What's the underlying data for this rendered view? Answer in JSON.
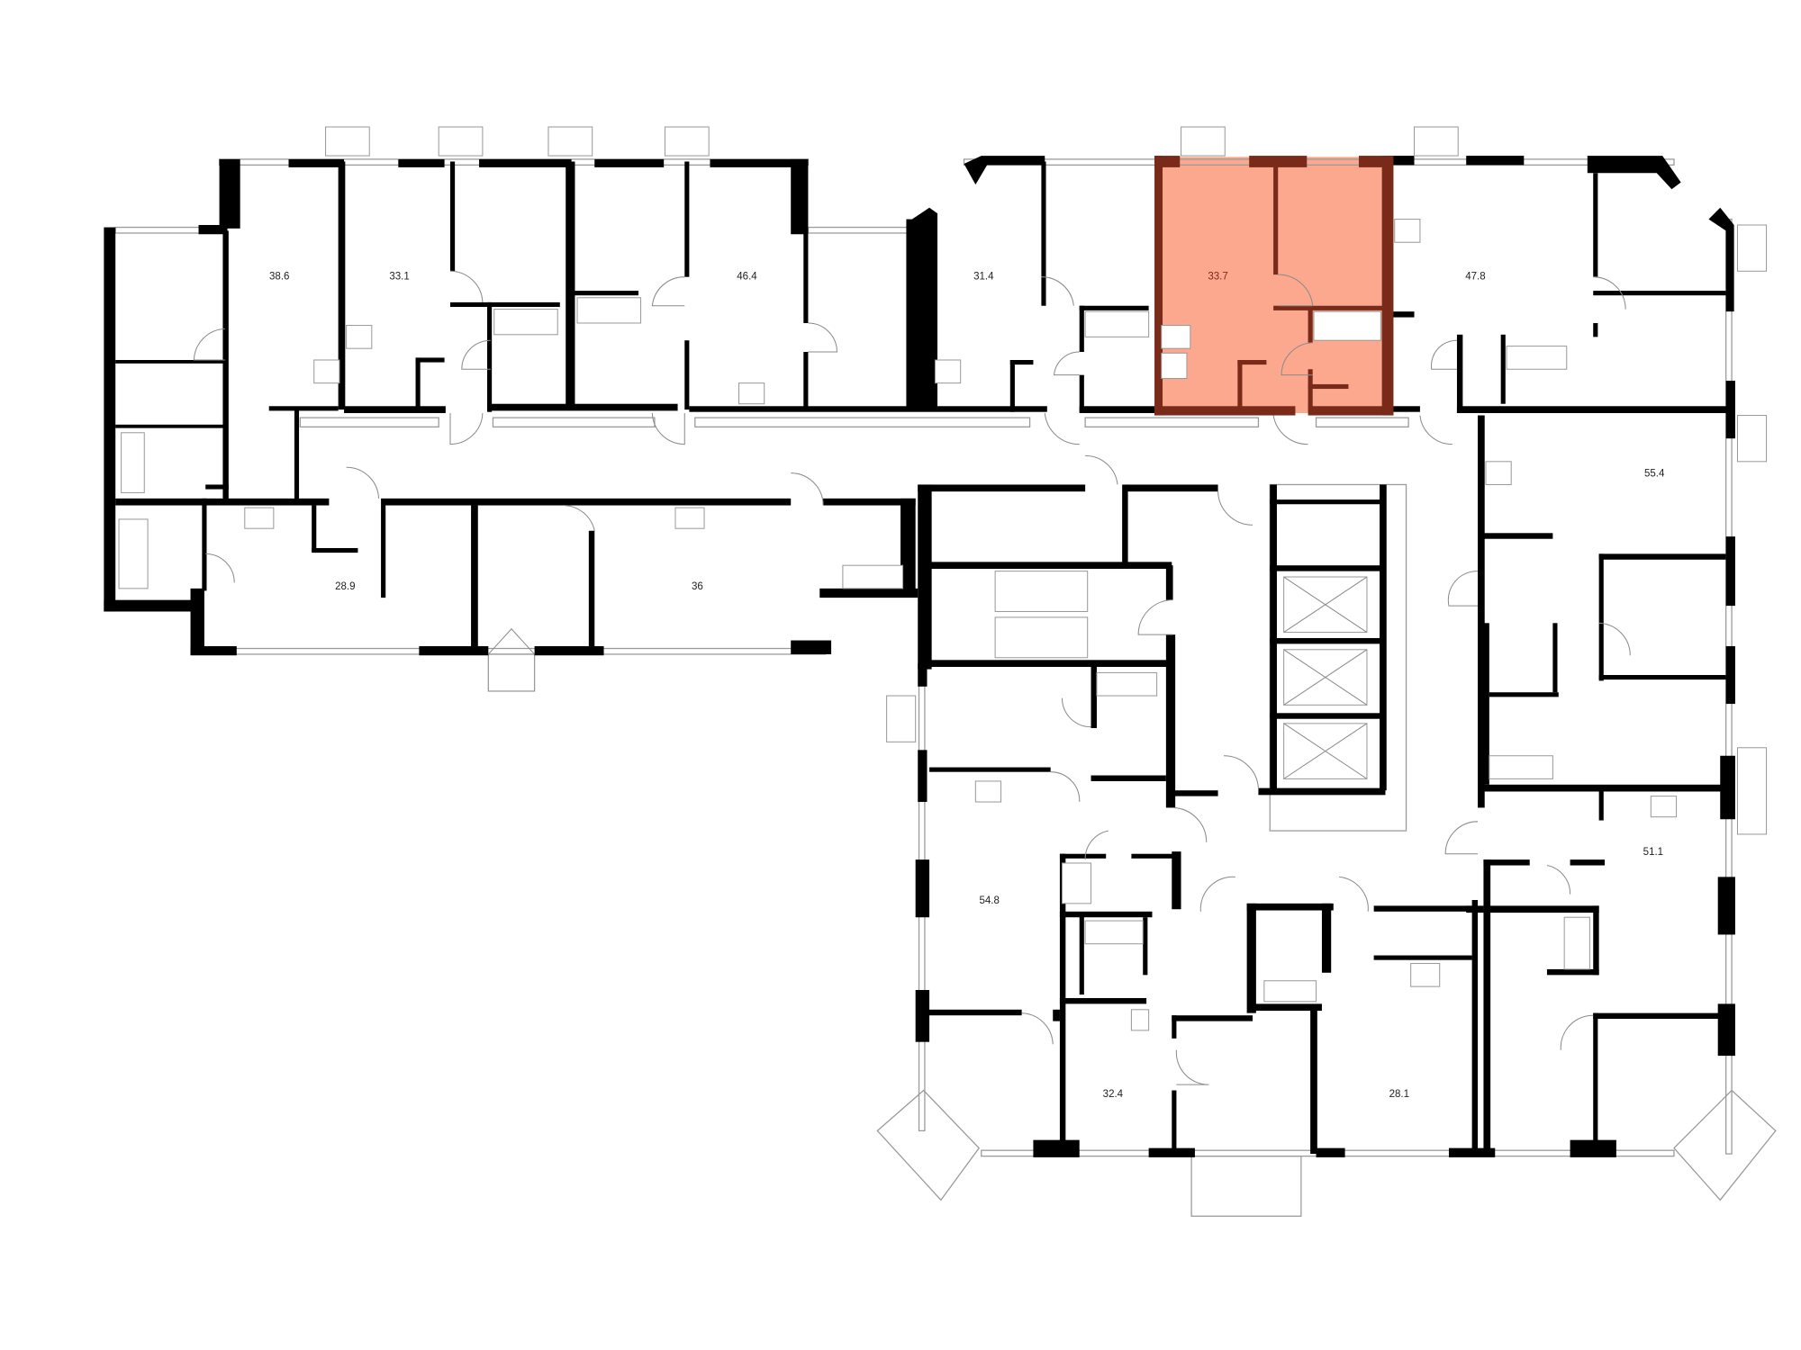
{
  "floor_plan": {
    "highlight_color": "#fba88f",
    "highlight_wall_color": "#7a2a18",
    "selected_unit": "33.7",
    "units": [
      {
        "id": "u1",
        "area": "38.6"
      },
      {
        "id": "u2",
        "area": "33.1"
      },
      {
        "id": "u3",
        "area": "46.4"
      },
      {
        "id": "u4",
        "area": "31.4"
      },
      {
        "id": "u5",
        "area": "33.7"
      },
      {
        "id": "u6",
        "area": "47.8"
      },
      {
        "id": "u7",
        "area": "55.4"
      },
      {
        "id": "u8",
        "area": "28.9"
      },
      {
        "id": "u9",
        "area": "36"
      },
      {
        "id": "u10",
        "area": "54.8"
      },
      {
        "id": "u11",
        "area": "51.1"
      },
      {
        "id": "u12",
        "area": "32.4"
      },
      {
        "id": "u13",
        "area": "28.1"
      }
    ]
  }
}
